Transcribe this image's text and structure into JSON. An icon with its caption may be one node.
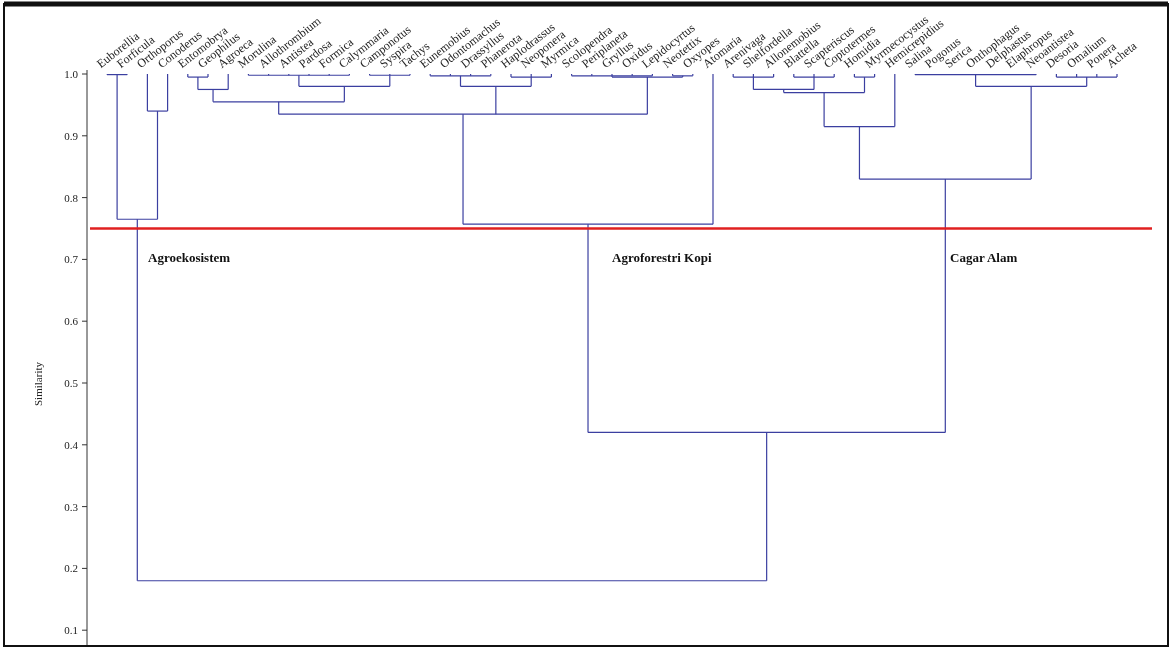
{
  "diagram": {
    "labels": [
      "Euborellia",
      "Forficula",
      "Orthoporus",
      "Conoderus",
      "Entomobrya",
      "Geophilus",
      "Agroeca",
      "Morulina",
      "Allothrombium",
      "Antistea",
      "Pardosa",
      "Formica",
      "Calymmaria",
      "Camponotus",
      "Syspira",
      "Tachys",
      "Eunemobius",
      "Odontomachus",
      "Drassyllus",
      "Phanerota",
      "Haplodrassus",
      "Neoponera",
      "Myrmica",
      "Scolopendra",
      "Periplaneta",
      "Gryllus",
      "Oxidus",
      "Lepidocyrtus",
      "Neotettix",
      "Oxyopes",
      "Atomaria",
      "Arenivaga",
      "Shelfordella",
      "Allonemobius",
      "Blattella",
      "Scapteriscus",
      "Coptotermes",
      "Homidia",
      "Myrmecocystus",
      "Hemicrepidius",
      "Salina",
      "Pogonus",
      "Serica",
      "Onthophagus",
      "Delphastus",
      "Elaphropus",
      "Neoantistea",
      "Desoria",
      "Omalium",
      "Ponera",
      "Acheta",
      "1.0",
      "0.9",
      "0.8",
      "0.7",
      "0.6",
      "0.5",
      "0.4",
      "0.3",
      "0.2",
      "0.1",
      "Similarity",
      "Agroekosistem",
      "Agroforestri Kopi",
      "Cagar Alam"
    ]
  }
}
